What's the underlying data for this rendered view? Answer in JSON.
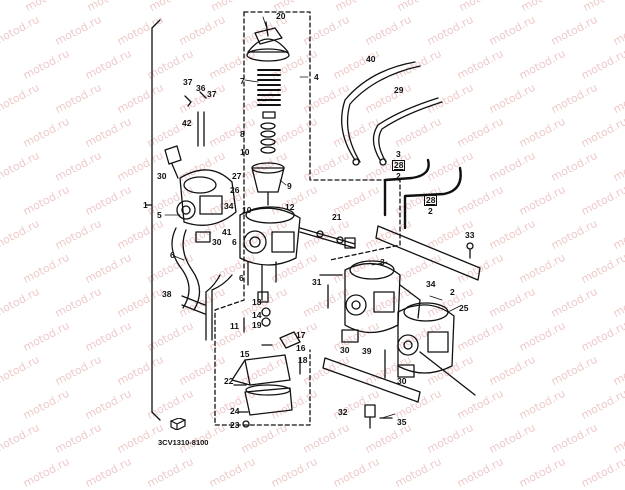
{
  "watermark": "motod.ru",
  "diagram_code": "3CV1310-8100",
  "callouts": [
    "1",
    "2",
    "3",
    "4",
    "5",
    "6",
    "7",
    "8",
    "9",
    "10",
    "11",
    "12",
    "13",
    "14",
    "15",
    "16",
    "17",
    "18",
    "19",
    "20",
    "21",
    "22",
    "23",
    "24",
    "25",
    "26",
    "27",
    "28",
    "29",
    "30",
    "31",
    "32",
    "33",
    "34",
    "35",
    "36",
    "37",
    "38",
    "39",
    "40",
    "41",
    "42"
  ],
  "colors": {
    "ink": "#111111",
    "watermark": "#e9b8b8",
    "background": "#ffffff"
  }
}
